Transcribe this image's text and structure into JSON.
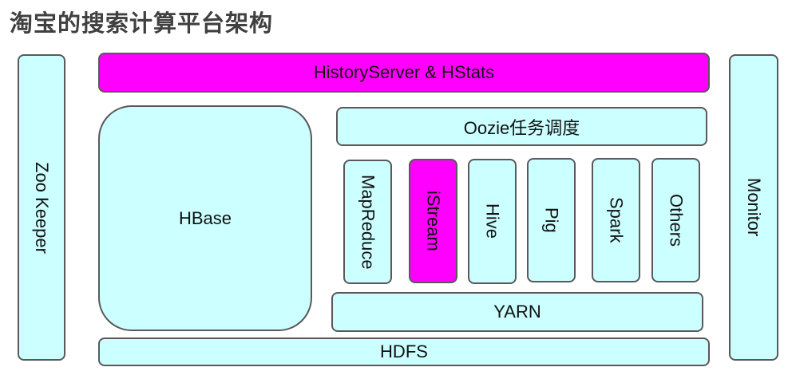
{
  "title": "淘宝的搜索计算平台架构",
  "colors": {
    "component_fill": "#ccffff",
    "highlight_fill": "#ff00ff",
    "border": "#595959"
  },
  "components": {
    "zookeeper": "Zoo Keeper",
    "historyserver": "HistoryServer & HStats",
    "monitor": "Monitor",
    "hbase": "HBase",
    "oozie": "Oozie任务调度",
    "mapreduce": "MapReduce",
    "istream": "iStream",
    "hive": "Hive",
    "pig": "Pig",
    "spark": "Spark",
    "others": "Others",
    "yarn": "YARN",
    "hdfs": "HDFS"
  }
}
